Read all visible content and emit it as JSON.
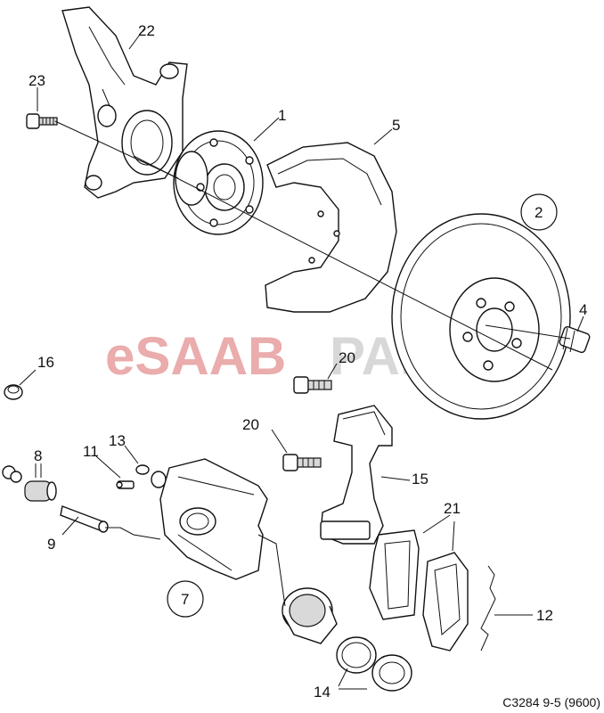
{
  "watermark": {
    "part1": "eSAAB",
    "part2": "PARTS"
  },
  "caption": "C3284 9-5 (9600)",
  "callouts": {
    "c1": "1",
    "c2": "2",
    "c4": "4",
    "c5": "5",
    "c7": "7",
    "c8": "8",
    "c9": "9",
    "c11": "11",
    "c12": "12",
    "c13": "13",
    "c14": "14",
    "c15": "15",
    "c16": "16",
    "c20a": "20",
    "c20b": "20",
    "c21": "21",
    "c22": "22",
    "c23": "23"
  }
}
